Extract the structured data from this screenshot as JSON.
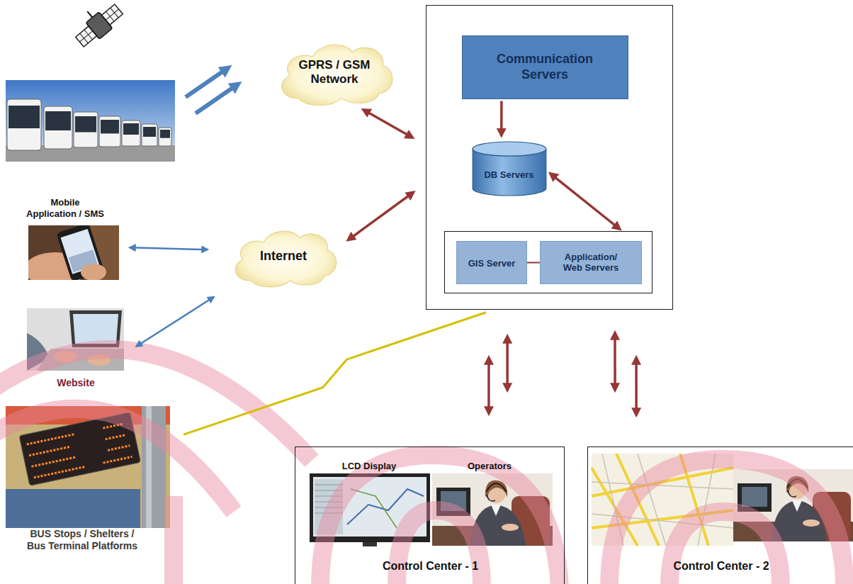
{
  "diagram": {
    "nodes": [
      {
        "text": [
          "GPRS / GSM Network"
        ]
      },
      {
        "text": []
      },
      {
        "text": [
          "Communication Servers"
        ],
        "in": 1
      },
      {
        "text": [
          "DB Servers"
        ],
        "in": 1
      },
      {
        "text": [],
        "in": 1
      },
      {
        "text": [
          "GIS Server"
        ],
        "in": 4
      },
      {
        "text": [
          "Application/ Web Servers"
        ],
        "in": 4
      },
      {
        "text": [
          "Mobile Application / SMS"
        ]
      },
      {
        "text": [
          "Internet"
        ]
      },
      {
        "text": [
          "Website"
        ]
      },
      {
        "text": [
          "BUS Stops / Shelters / Bus Terminal Platforms"
        ]
      },
      {
        "text": [
          "LCD Display",
          "Operators",
          "Control Center - 1"
        ]
      },
      {
        "text": [
          "Control Center - 2"
        ]
      }
    ],
    "edges": [
      {
        "from": 0,
        "to": 1,
        "arrow": "both"
      },
      {
        "from": 8,
        "to": 1,
        "arrow": "both"
      },
      {
        "from": 7,
        "to": 8,
        "arrow": "both"
      },
      {
        "from": 9,
        "to": 8,
        "arrow": "both"
      },
      {
        "from": 2,
        "to": 3,
        "arrow": "to"
      },
      {
        "from": 3,
        "to": 4,
        "arrow": "both"
      },
      {
        "from": 5,
        "to": 6,
        "arrow": "none"
      },
      {
        "from": 1,
        "to": 11,
        "arrow": "both"
      },
      {
        "from": 1,
        "to": 11,
        "arrow": "both"
      },
      {
        "from": 1,
        "to": 12,
        "arrow": "both"
      },
      {
        "from": 1,
        "to": 12,
        "arrow": "both"
      },
      {
        "from": 1,
        "to": 10,
        "arrow": "none"
      }
    ]
  }
}
